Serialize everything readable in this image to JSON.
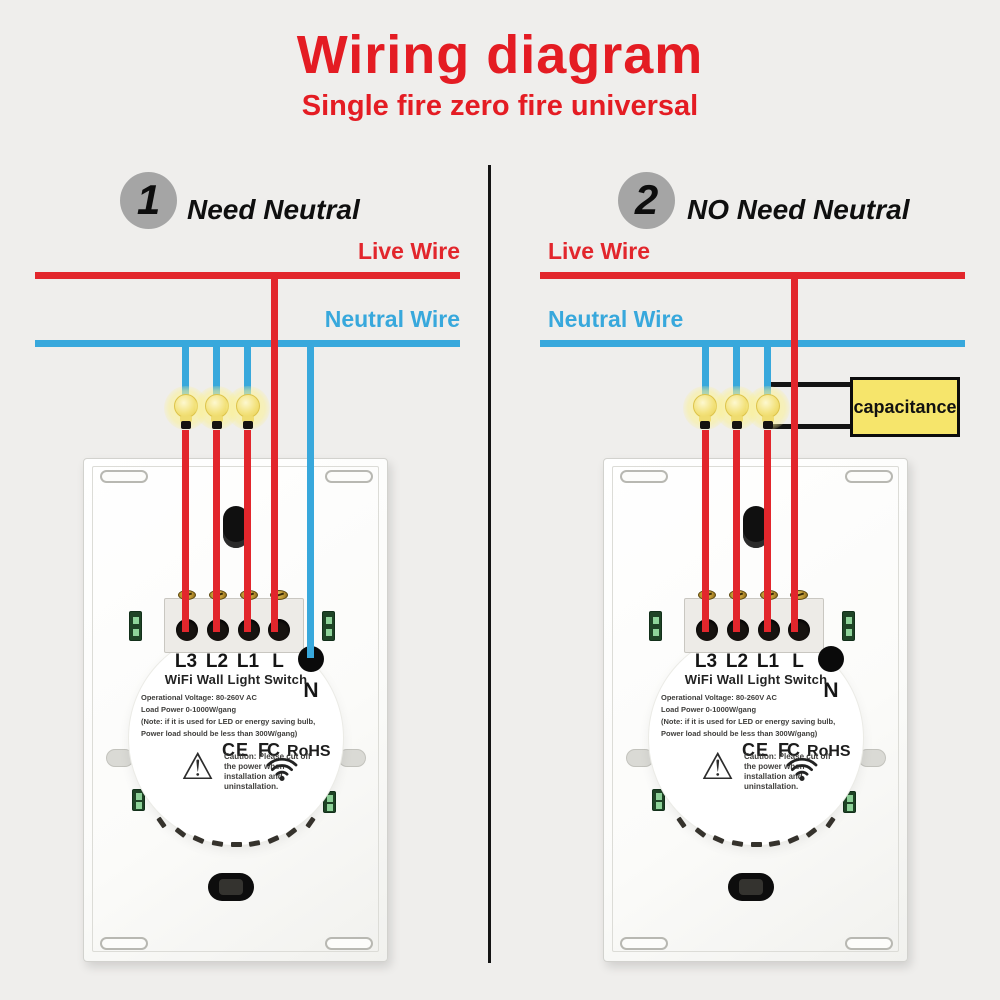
{
  "title": {
    "main": "Wiring diagram",
    "subtitle": "Single fire zero fire universal"
  },
  "sections": [
    {
      "badge": "1",
      "label": "Need Neutral",
      "live_label": "Live Wire",
      "neutral_label": "Neutral Wire",
      "bulb_count": 3,
      "neutral_connected_to_switch": true
    },
    {
      "badge": "2",
      "label": "NO Need Neutral",
      "live_label": "Live Wire",
      "neutral_label": "Neutral Wire",
      "bulb_count": 3,
      "neutral_connected_to_switch": false,
      "capacitor_label": "capacitance"
    }
  ],
  "switch_panel": {
    "terminal_labels": [
      "L3",
      "L2",
      "L1",
      "L"
    ],
    "neutral_terminal_label": "N",
    "product_name": "WiFi Wall Light Switch",
    "specs": [
      "Operational Voltage: 80-260V AC",
      "Load Power 0-1000W/gang",
      "(Note: if it is used for LED or energy saving bulb,",
      "Power load should be less than 300W/gang)"
    ],
    "certifications": [
      "CE",
      "FC",
      "RoHS"
    ],
    "warning_icon_glyph": "⚠",
    "caution": "Caution: Please cut off the power when installation and uninstallation."
  },
  "colors": {
    "live": "#e2262c",
    "neutral": "#38a8dc",
    "titlered": "#e41c23",
    "capfill": "#f6e56b",
    "badge": "#a5a5a5",
    "blackwire": "#141414"
  }
}
